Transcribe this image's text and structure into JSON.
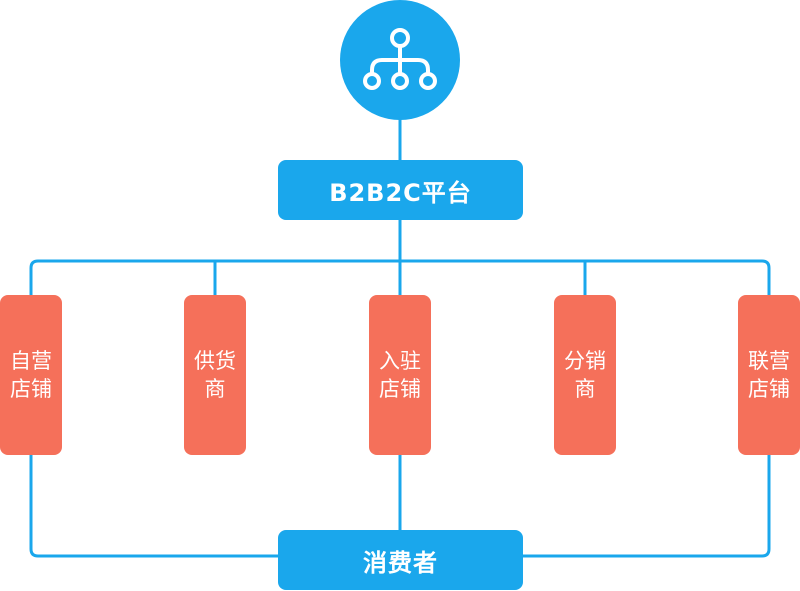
{
  "colors": {
    "primary": "#1aa7ec",
    "node": "#f5705a",
    "text": "#ffffff",
    "line": "#1aa7ec"
  },
  "hub": {
    "icon": "network-hierarchy-icon"
  },
  "platform": {
    "label": "B2B2C平台"
  },
  "nodes": [
    {
      "label": "自营店铺"
    },
    {
      "label": "供货商"
    },
    {
      "label": "入驻店铺"
    },
    {
      "label": "分销商"
    },
    {
      "label": "联营店铺"
    }
  ],
  "consumer": {
    "label": "消费者"
  }
}
